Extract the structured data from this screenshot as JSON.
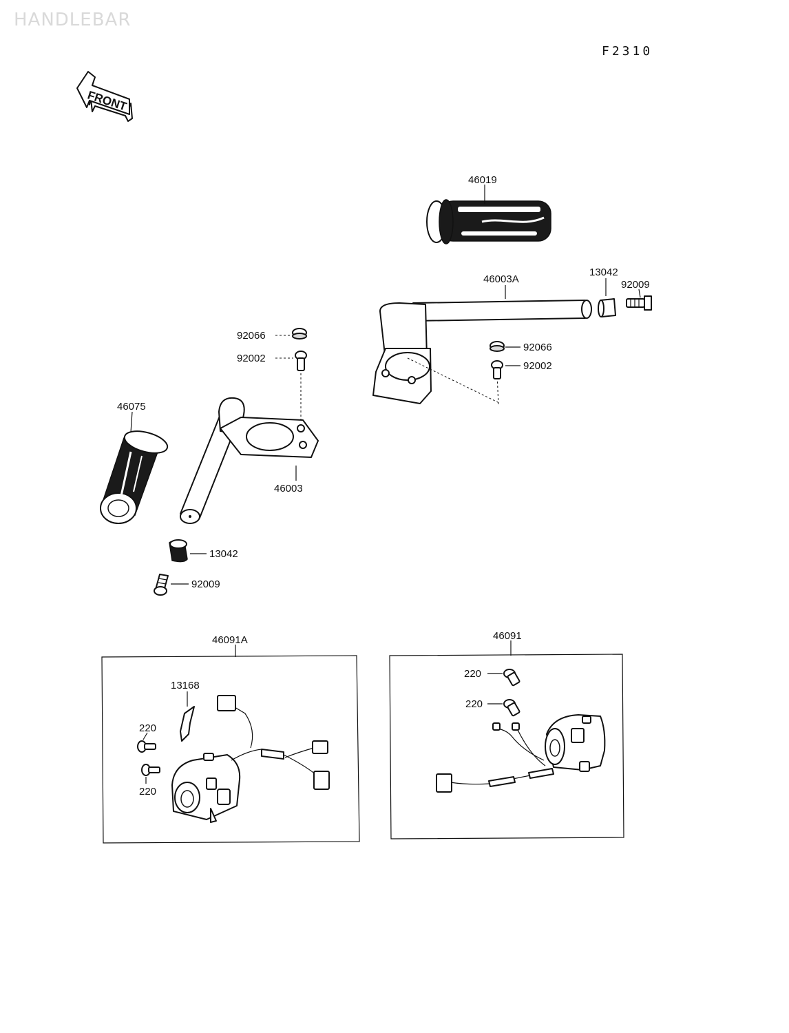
{
  "page": {
    "watermark": "HANDLEBAR",
    "figure_code": "F2310",
    "front_arrow_label": "FRONT"
  },
  "parts": {
    "p46019": "46019",
    "p46003A": "46003A",
    "p13042_right": "13042",
    "p92009_right": "92009",
    "p92066_left": "92066",
    "p92002_left": "92002",
    "p92066_right": "92066",
    "p92002_right": "92002",
    "p46075": "46075",
    "p46003": "46003",
    "p13042_left": "13042",
    "p92009_left": "92009",
    "p46091A": "46091A",
    "p13168": "13168",
    "p220_a": "220",
    "p220_b": "220",
    "p46091": "46091",
    "p220_c": "220",
    "p220_d": "220"
  }
}
